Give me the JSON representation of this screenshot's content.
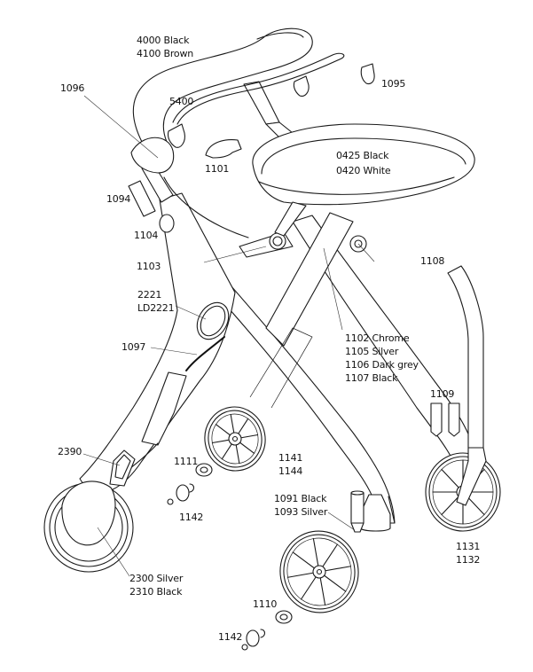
{
  "diagram": {
    "title": "Rollator walker exploded parts diagram",
    "parts": [
      {
        "id": "handlebar",
        "lines": [
          "4000 Black",
          "4100 Brown"
        ]
      },
      {
        "id": "brake-lever",
        "lines": [
          "1096"
        ]
      },
      {
        "id": "basket-rail",
        "lines": [
          "5400"
        ]
      },
      {
        "id": "rail-clip",
        "lines": [
          "1095"
        ]
      },
      {
        "id": "brake-clip",
        "lines": [
          "1101"
        ]
      },
      {
        "id": "seat",
        "lines": [
          "0425  Black",
          "0420  White"
        ]
      },
      {
        "id": "tube-sleeve",
        "lines": [
          "1094"
        ]
      },
      {
        "id": "bumper",
        "lines": [
          "1104"
        ]
      },
      {
        "id": "hinge",
        "lines": [
          "1103"
        ]
      },
      {
        "id": "knob",
        "lines": [
          "1108"
        ]
      },
      {
        "id": "reflector",
        "lines": [
          "2221",
          "LD2221"
        ]
      },
      {
        "id": "brake-cable",
        "lines": [
          "1097"
        ]
      },
      {
        "id": "frame",
        "lines": [
          "1102 Chrome",
          "1105 Silver",
          "1106 Dark grey",
          "1107 Black"
        ]
      },
      {
        "id": "end-plug",
        "lines": [
          "1109"
        ]
      },
      {
        "id": "brake-shoe",
        "lines": [
          "2390"
        ]
      },
      {
        "id": "washer-upper",
        "lines": [
          "1111"
        ]
      },
      {
        "id": "rear-wheel-inner",
        "lines": [
          "1141",
          "1144"
        ]
      },
      {
        "id": "axle-cap-upper",
        "lines": [
          "1142"
        ]
      },
      {
        "id": "caster-fork",
        "lines": [
          "1091 Black",
          "1093 Silver"
        ]
      },
      {
        "id": "front-wheel",
        "lines": [
          "1131",
          "1132"
        ]
      },
      {
        "id": "wheel-cover",
        "lines": [
          "2300 Silver",
          "2310 Black"
        ]
      },
      {
        "id": "washer-lower",
        "lines": [
          "1110"
        ]
      },
      {
        "id": "axle-cap-lower",
        "lines": [
          "1142"
        ]
      }
    ]
  }
}
